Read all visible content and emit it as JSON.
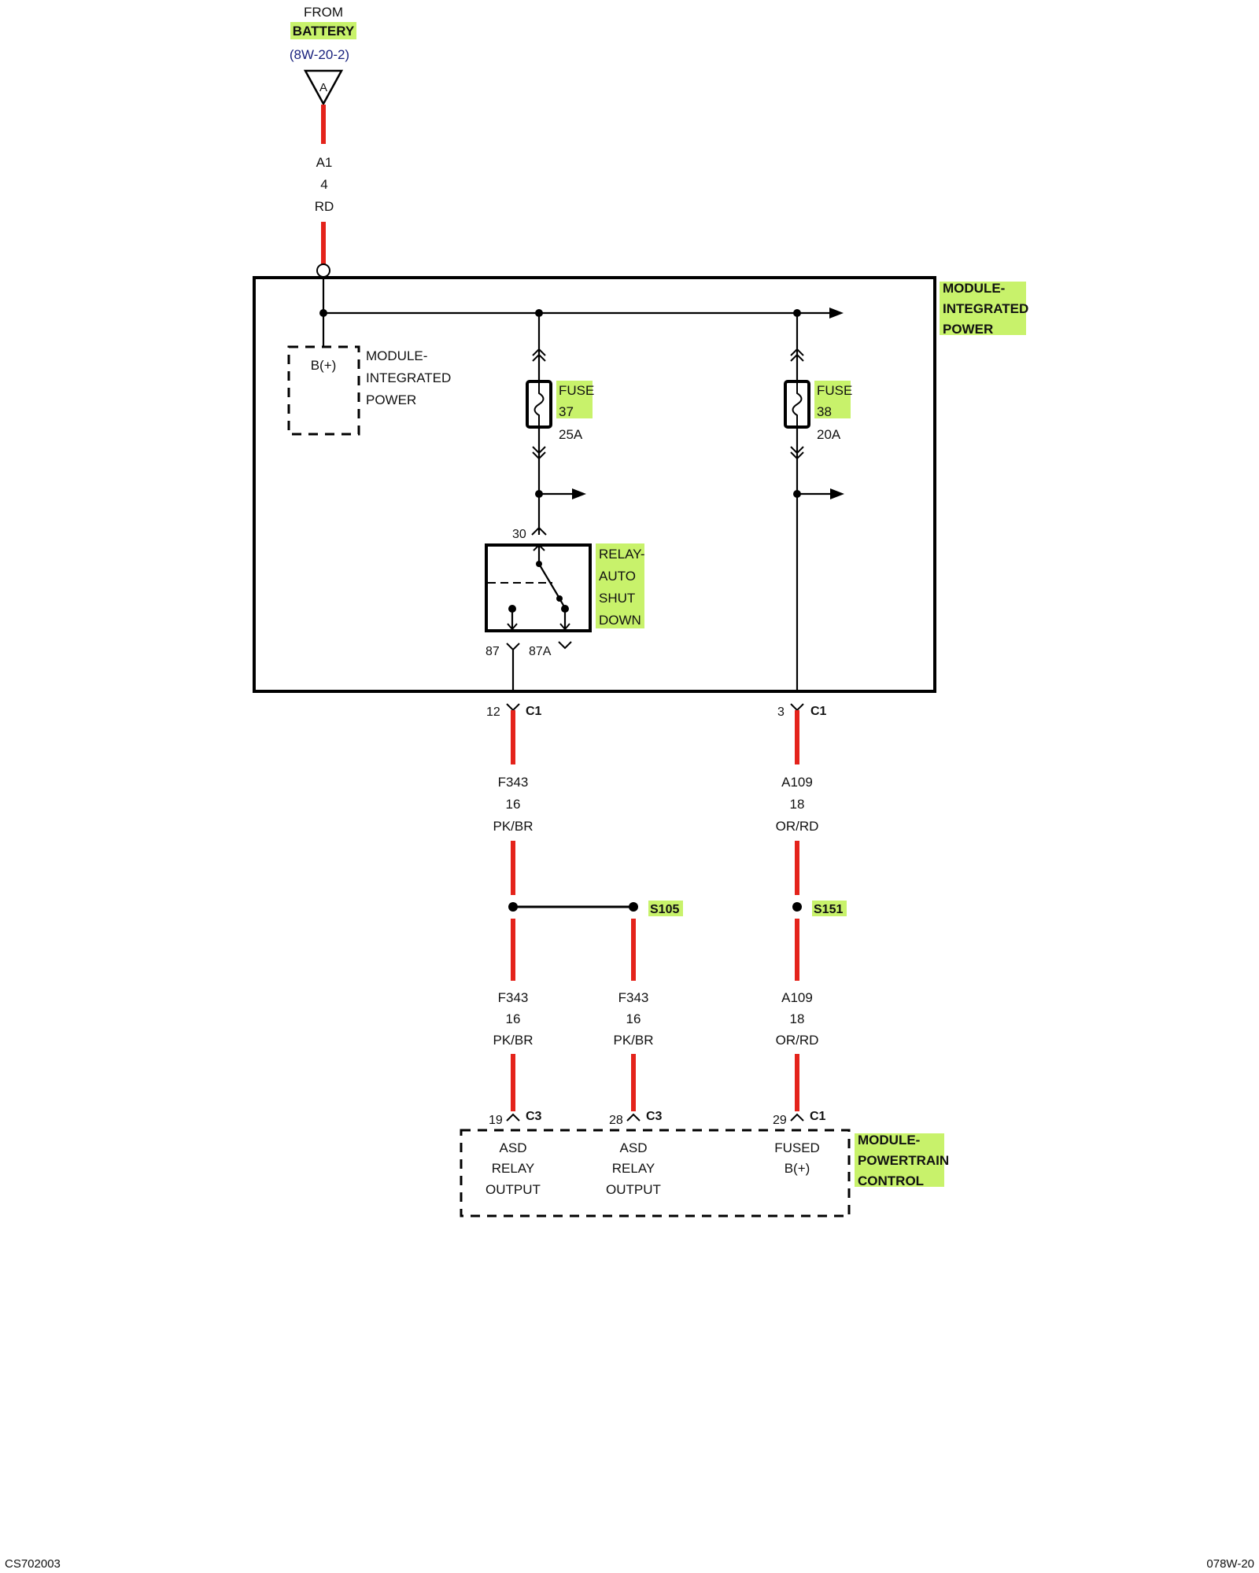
{
  "source": {
    "line1": "FROM",
    "line2": "BATTERY",
    "ref": "(8W-20-2)",
    "connector": "A"
  },
  "top_wire": {
    "circuit": "A1",
    "gauge": "4",
    "color": "RD"
  },
  "module_ipm": {
    "title_lines": [
      "MODULE-",
      "INTEGRATED",
      "POWER"
    ]
  },
  "bplus_block": {
    "label": "B(+)",
    "desc_lines": [
      "MODULE-",
      "INTEGRATED",
      "POWER"
    ]
  },
  "fuse37": {
    "name": "FUSE",
    "number": "37",
    "rating": "25A"
  },
  "fuse38": {
    "name": "FUSE",
    "number": "38",
    "rating": "20A"
  },
  "relay": {
    "title_lines": [
      "RELAY-",
      "AUTO",
      "SHUT",
      "DOWN"
    ],
    "pin_30": "30",
    "pin_87": "87",
    "pin_87a": "87A"
  },
  "ipm_out_left": {
    "pin": "12",
    "conn": "C1"
  },
  "ipm_out_right": {
    "pin": "3",
    "conn": "C1"
  },
  "wire_left_upper": {
    "circuit": "F343",
    "gauge": "16",
    "color": "PK/BR"
  },
  "wire_right_upper": {
    "circuit": "A109",
    "gauge": "18",
    "color": "OR/RD"
  },
  "splice_left": "S105",
  "splice_right": "S151",
  "wire_lower_1": {
    "circuit": "F343",
    "gauge": "16",
    "color": "PK/BR"
  },
  "wire_lower_2": {
    "circuit": "F343",
    "gauge": "16",
    "color": "PK/BR"
  },
  "wire_lower_3": {
    "circuit": "A109",
    "gauge": "18",
    "color": "OR/RD"
  },
  "pcm_pin_1": {
    "pin": "19",
    "conn": "C3",
    "label_lines": [
      "ASD",
      "RELAY",
      "OUTPUT"
    ]
  },
  "pcm_pin_2": {
    "pin": "28",
    "conn": "C3",
    "label_lines": [
      "ASD",
      "RELAY",
      "OUTPUT"
    ]
  },
  "pcm_pin_3": {
    "pin": "29",
    "conn": "C1",
    "label_lines": [
      "FUSED",
      "B(+)"
    ]
  },
  "module_pcm": {
    "title_lines": [
      "MODULE-",
      "POWERTRAIN",
      "CONTROL"
    ]
  },
  "footer": {
    "left": "CS702003",
    "right": "078W-20"
  },
  "colors": {
    "wire": "#e4231b",
    "highlight": "#c8f26b",
    "ref_text": "#1a237e"
  }
}
